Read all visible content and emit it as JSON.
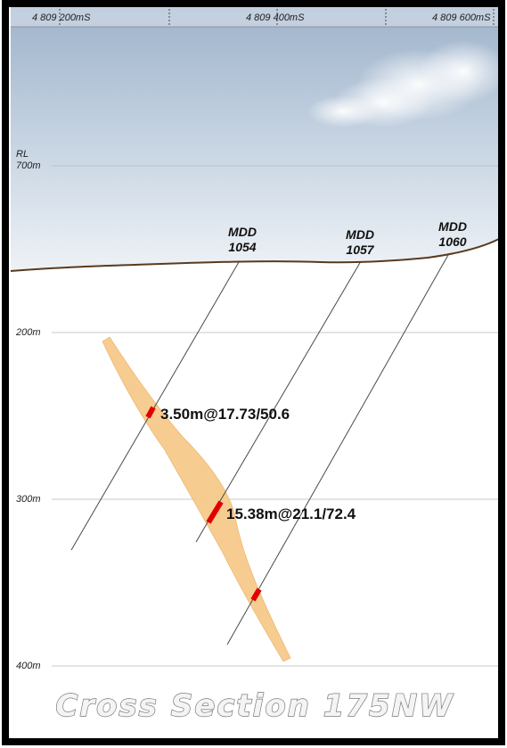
{
  "header": {
    "northings": [
      "4 809 200mS",
      "4 809 400mS",
      "4 809 600mS"
    ]
  },
  "axis": {
    "rl_label": "RL",
    "elevations": [
      "700m",
      "200m",
      "300m",
      "400m"
    ]
  },
  "drill_holes": [
    {
      "name_line1": "MDD",
      "name_line2": "1054"
    },
    {
      "name_line1": "MDD",
      "name_line2": "1057"
    },
    {
      "name_line1": "MDD",
      "name_line2": "1060"
    }
  ],
  "intercepts": [
    {
      "text": "3.50m@17.73/50.6"
    },
    {
      "text": "15.38m@21.1/72.4"
    },
    {
      "text": ""
    }
  ],
  "title": "Cross Section 175NW",
  "colors": {
    "sky_top": "#9fb3cb",
    "sky_bottom": "#e8eef4",
    "ground": "#ffffff",
    "topography": "#5a3a1e",
    "ore_zone": "#f7c98a",
    "intercept": "#e00000",
    "drill_trace": "#4a4a4a",
    "border": "#000000"
  }
}
